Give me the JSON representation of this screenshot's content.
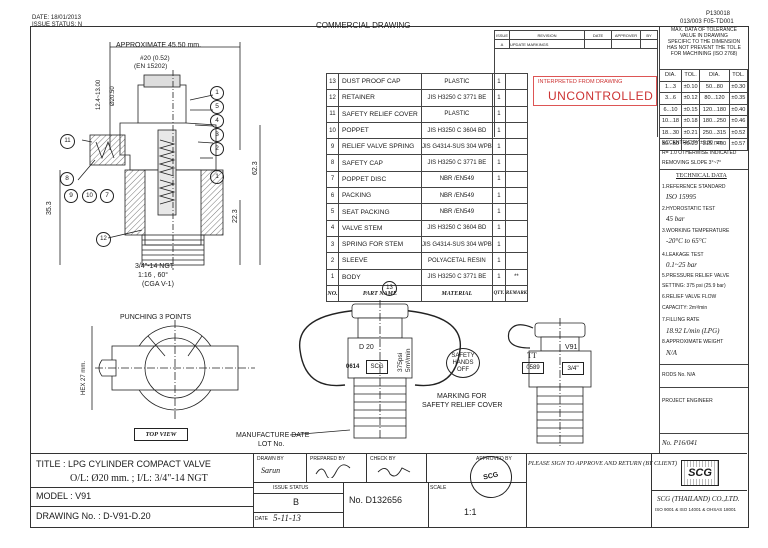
{
  "header": {
    "date": "DATE: 18/01/2013",
    "issue_status": "ISSUE STATUS: N",
    "title": "COMMERCIAL DRAWING",
    "doc_code": "P130018",
    "doc_ref": "013/003  F05-TD001"
  },
  "revision_table": {
    "headers": [
      "ISSUE",
      "REVISION",
      "DATE",
      "APPROVER",
      "BY"
    ],
    "row": [
      "A",
      "UPDATE MARKINGS",
      "",
      "",
      ""
    ]
  },
  "tolerance_table": {
    "note": [
      "MAX. DATA OF TOLERANCE",
      "VALUE IN DRAWING",
      "SPECIFIC TO THE DIMENSION",
      "HAS NOT PREVENT THE TOL.E",
      "FOR MACHINING (ISO 2768)"
    ],
    "headers": [
      "DIA.",
      "TOL.",
      "DIA.",
      "TOL."
    ],
    "rows": [
      [
        "1...3",
        "±0.10",
        "50...80",
        "±0.30"
      ],
      [
        "3...6",
        "±0.12",
        "80...120",
        "±0.35"
      ],
      [
        "6...10",
        "±0.15",
        "120...180",
        "±0.40"
      ],
      [
        "10...18",
        "±0.18",
        "180...250",
        "±0.46"
      ],
      [
        "18...30",
        "±0.21",
        "250...315",
        "±0.52"
      ],
      [
        "30...50",
        "±0.25",
        "315...400",
        "±0.57"
      ]
    ],
    "eccentricity": "ECCENTRICITY  ±0.30 mm",
    "r_note": "R= 1.0 OTHERWISE INDICATED",
    "removing_slope": "REMOVING SLOPE 3°~7°"
  },
  "technical_data": {
    "title": "TECHNICAL DATA",
    "items": [
      {
        "label": "1.REFERENCE STANDARD",
        "value": "ISO 15995"
      },
      {
        "label": "2.HYDROSTATIC TEST",
        "value": "45 bar"
      },
      {
        "label": "3.WORKING TEMPERATURE",
        "value": "-20°C to 65°C"
      },
      {
        "label": "4.LEAKAGE TEST",
        "value": "0.1~25 bar"
      },
      {
        "label": "5.PRESSURE RELIEF VALVE",
        "value": "SETTING: 375 psi (25.9 bar)"
      },
      {
        "label": "6.RELIEF VALVE FLOW",
        "value": "CAPACITY: 2m³/min"
      },
      {
        "label": "7.FILLING RATE",
        "value": "18.92 L/min (LPG)"
      },
      {
        "label": "8.APPROXIMATE WEIGHT",
        "value": "N/A"
      }
    ],
    "rods_no": "RODS No. N/A",
    "project_engineer": "PROJECT ENGINEER",
    "number": "No. P16/041"
  },
  "bom": {
    "headers": [
      "NO.",
      "PART NAME",
      "MATERIAL",
      "QTY.",
      "REMARK"
    ],
    "rows": [
      {
        "no": "13",
        "name": "DUST PROOF CAP",
        "material": "PLASTIC",
        "qty": "1",
        "remark": ""
      },
      {
        "no": "12",
        "name": "RETAINER",
        "material": "JIS H3250 C 3771 BE",
        "qty": "1",
        "remark": ""
      },
      {
        "no": "11",
        "name": "SAFETY RELIEF COVER",
        "material": "PLASTIC",
        "qty": "1",
        "remark": ""
      },
      {
        "no": "10",
        "name": "POPPET",
        "material": "JIS H3250 C 3604 BD",
        "qty": "1",
        "remark": ""
      },
      {
        "no": "9",
        "name": "RELIEF VALVE SPRING",
        "material": "JIS G4314-SUS 304 WPB",
        "qty": "1",
        "remark": ""
      },
      {
        "no": "8",
        "name": "SAFETY CAP",
        "material": "JIS H3250 C 3771 BE",
        "qty": "1",
        "remark": ""
      },
      {
        "no": "7",
        "name": "POPPET DISC",
        "material": "NBR /EN549",
        "qty": "1",
        "remark": ""
      },
      {
        "no": "6",
        "name": "PACKING",
        "material": "NBR /EN549",
        "qty": "1",
        "remark": ""
      },
      {
        "no": "5",
        "name": "SEAT PACKING",
        "material": "NBR /EN549",
        "qty": "1",
        "remark": ""
      },
      {
        "no": "4",
        "name": "VALVE STEM",
        "material": "JIS H3250 C 3604 BD",
        "qty": "1",
        "remark": ""
      },
      {
        "no": "3",
        "name": "SPRING FOR STEM",
        "material": "JIS G4314-SUS 304 WPB",
        "qty": "1",
        "remark": ""
      },
      {
        "no": "2",
        "name": "SLEEVE",
        "material": "POLYACETAL RESIN",
        "qty": "1",
        "remark": ""
      },
      {
        "no": "1",
        "name": "BODY",
        "material": "JIS H3250 C 3771 BE",
        "qty": "1",
        "remark": "**"
      }
    ]
  },
  "stamp": {
    "line1": "INTERPRETED FROM DRAWING",
    "line2": "UNCONTROLLED"
  },
  "section_view": {
    "approx_width": "APPROXIMATE 45.50 mm.",
    "thread_dim": "#20 (0.52)",
    "thread_std": "(EN 15202)",
    "dims_left": [
      "12.4~13.00",
      "Ø20.50"
    ],
    "dim_height": "62.3",
    "dim_35": "35.3",
    "dim_22": "22.3",
    "thread_note": "3/4\"-14 NGT",
    "taper_note": "1:16 ,  60°",
    "cga_note": "(CGA V-1)",
    "balloons": [
      "1",
      "2",
      "3",
      "4",
      "5",
      "6",
      "7",
      "8",
      "9",
      "10",
      "11",
      "12"
    ]
  },
  "top_view": {
    "punching": "PUNCHING 3 POINTS",
    "hex": "HEX 27 mm.",
    "label": "TOP VIEW"
  },
  "front_view": {
    "balloon": "13",
    "d20": "D 20",
    "marking_a": "0614",
    "marking_b": "SCG",
    "psi": "375psi",
    "psi_sub": "5m³/min",
    "safety_label": [
      "SAFETY",
      "HANDS",
      "OFF"
    ],
    "marking_note": [
      "MARKING FOR",
      "SAFETY RELIEF COVER"
    ],
    "manufacture_date": [
      "MANUFACTURE DATE",
      "LOT No."
    ]
  },
  "side_view": {
    "v91": "V91",
    "tt": "TT",
    "code": "0589",
    "thread": "3/4\""
  },
  "title_block": {
    "title": "TITLE : LPG CYLINDER COMPACT VALVE",
    "ol": "O/L: Ø20 mm. ; I/L: 3/4\"-14 NGT",
    "model": "MODEL : V91",
    "drawing_no": "DRAWING No. : D-V91-D.20",
    "drawn_by_label": "DRAWN BY",
    "drawn_by": "Sarun",
    "prepared_by_label": "PREPARED BY",
    "check_by_label": "CHECK BY",
    "approved_by_label": "APPROVED BY",
    "issue_status_label": "ISSUE STATUS",
    "issue_status": "B",
    "date_label": "DATE",
    "date": "5-11-13",
    "no": "No.  D132656",
    "scale_label": "SCALE",
    "scale": "1:1",
    "sign_note": "PLEASE SIGN TO APPROVE AND RETURN (BY CLIENT)",
    "company": "SCG (THAILAND) CO.,LTD.",
    "company_sub": "ISO 9001 & ISO 14001 & OHSAS 18001",
    "logo_text": "SCG",
    "approval_stamp": "SCG"
  }
}
